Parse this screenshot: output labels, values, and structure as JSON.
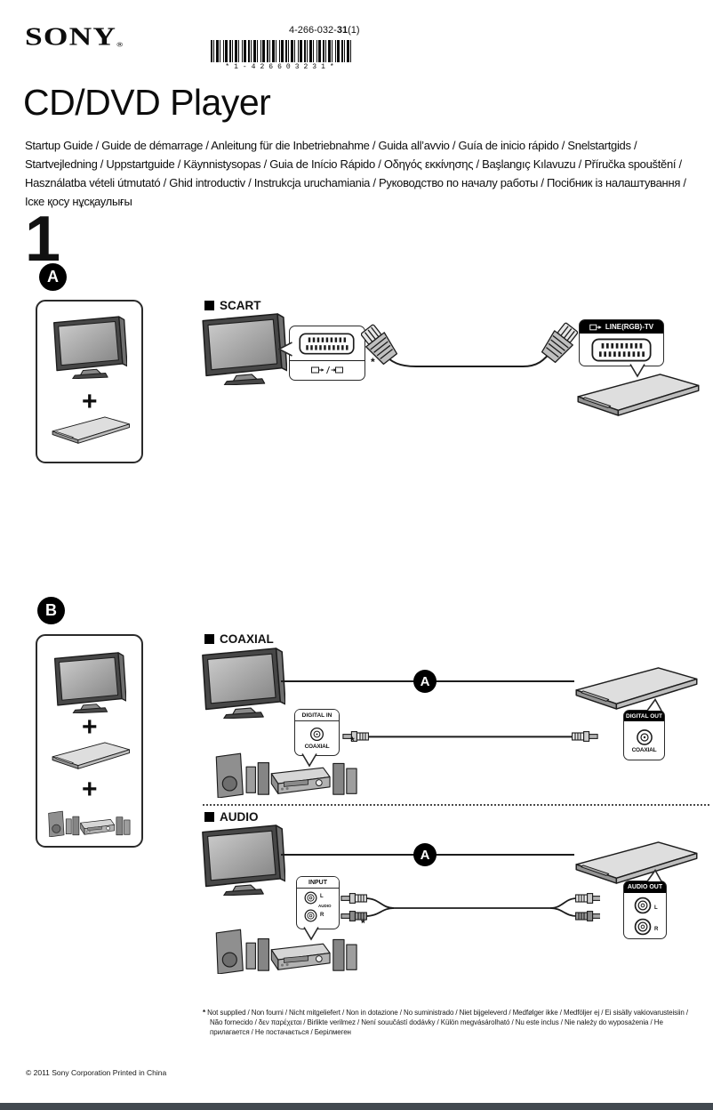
{
  "header": {
    "brand": "SONY",
    "reg_mark": "®",
    "part_number_prefix": "4-266-032-",
    "part_number_bold": "31",
    "part_number_suffix": "(1)",
    "barcode_text": "*1-426603231*"
  },
  "title": "CD/DVD Player",
  "languages": "Startup Guide / Guide de démarrage / Anleitung für die Inbetriebnahme / Guida all’avvio / Guía de inicio rápido / Snelstartgids / Startvejledning / Uppstartguide / Käynnistysopas / Guia de Início Rápido / Οδηγός εκκίνησης / Başlangıç Kılavuzu / Příručka spouštění / Használatba vételi útmutató / Ghid introductiv / Instrukcja uruchamiania / Руководство по началу работы / Посібник із налаштування / Іске қосу нұсқаулығы",
  "step_number": "1",
  "badges": {
    "a": "A",
    "b": "B"
  },
  "plus": "+",
  "asterisk": "*",
  "scart": {
    "label": "SCART",
    "connector": "LINE(RGB)-TV"
  },
  "coaxial": {
    "label": "COAXIAL",
    "in_header": "DIGITAL IN",
    "in_jack_label": "COAXIAL",
    "out_header": "DIGITAL OUT",
    "out_jack_label": "COAXIAL"
  },
  "audio": {
    "label": "AUDIO",
    "in_header": "INPUT",
    "audio_text": "AUDIO",
    "left": "L",
    "right": "R",
    "out_header": "AUDIO OUT"
  },
  "footnote": "Not supplied / Non fourni / Nicht mitgeliefert / Non in dotazione / No suministrado / Niet bijgeleverd / Medfølger ikke / Medföljer ej / Ei sisälly vakiovarusteisiin / Não fornecido / δεν παρέχεται / Birlikte verilmez / Není souučástí dodávky / Külön megvásárolható / Nu este inclus / Nie należy do wyposażenia / Не прилагается / Не постачається / Берілмеген",
  "copyright": "© 2011 Sony Corporation Printed in China"
}
